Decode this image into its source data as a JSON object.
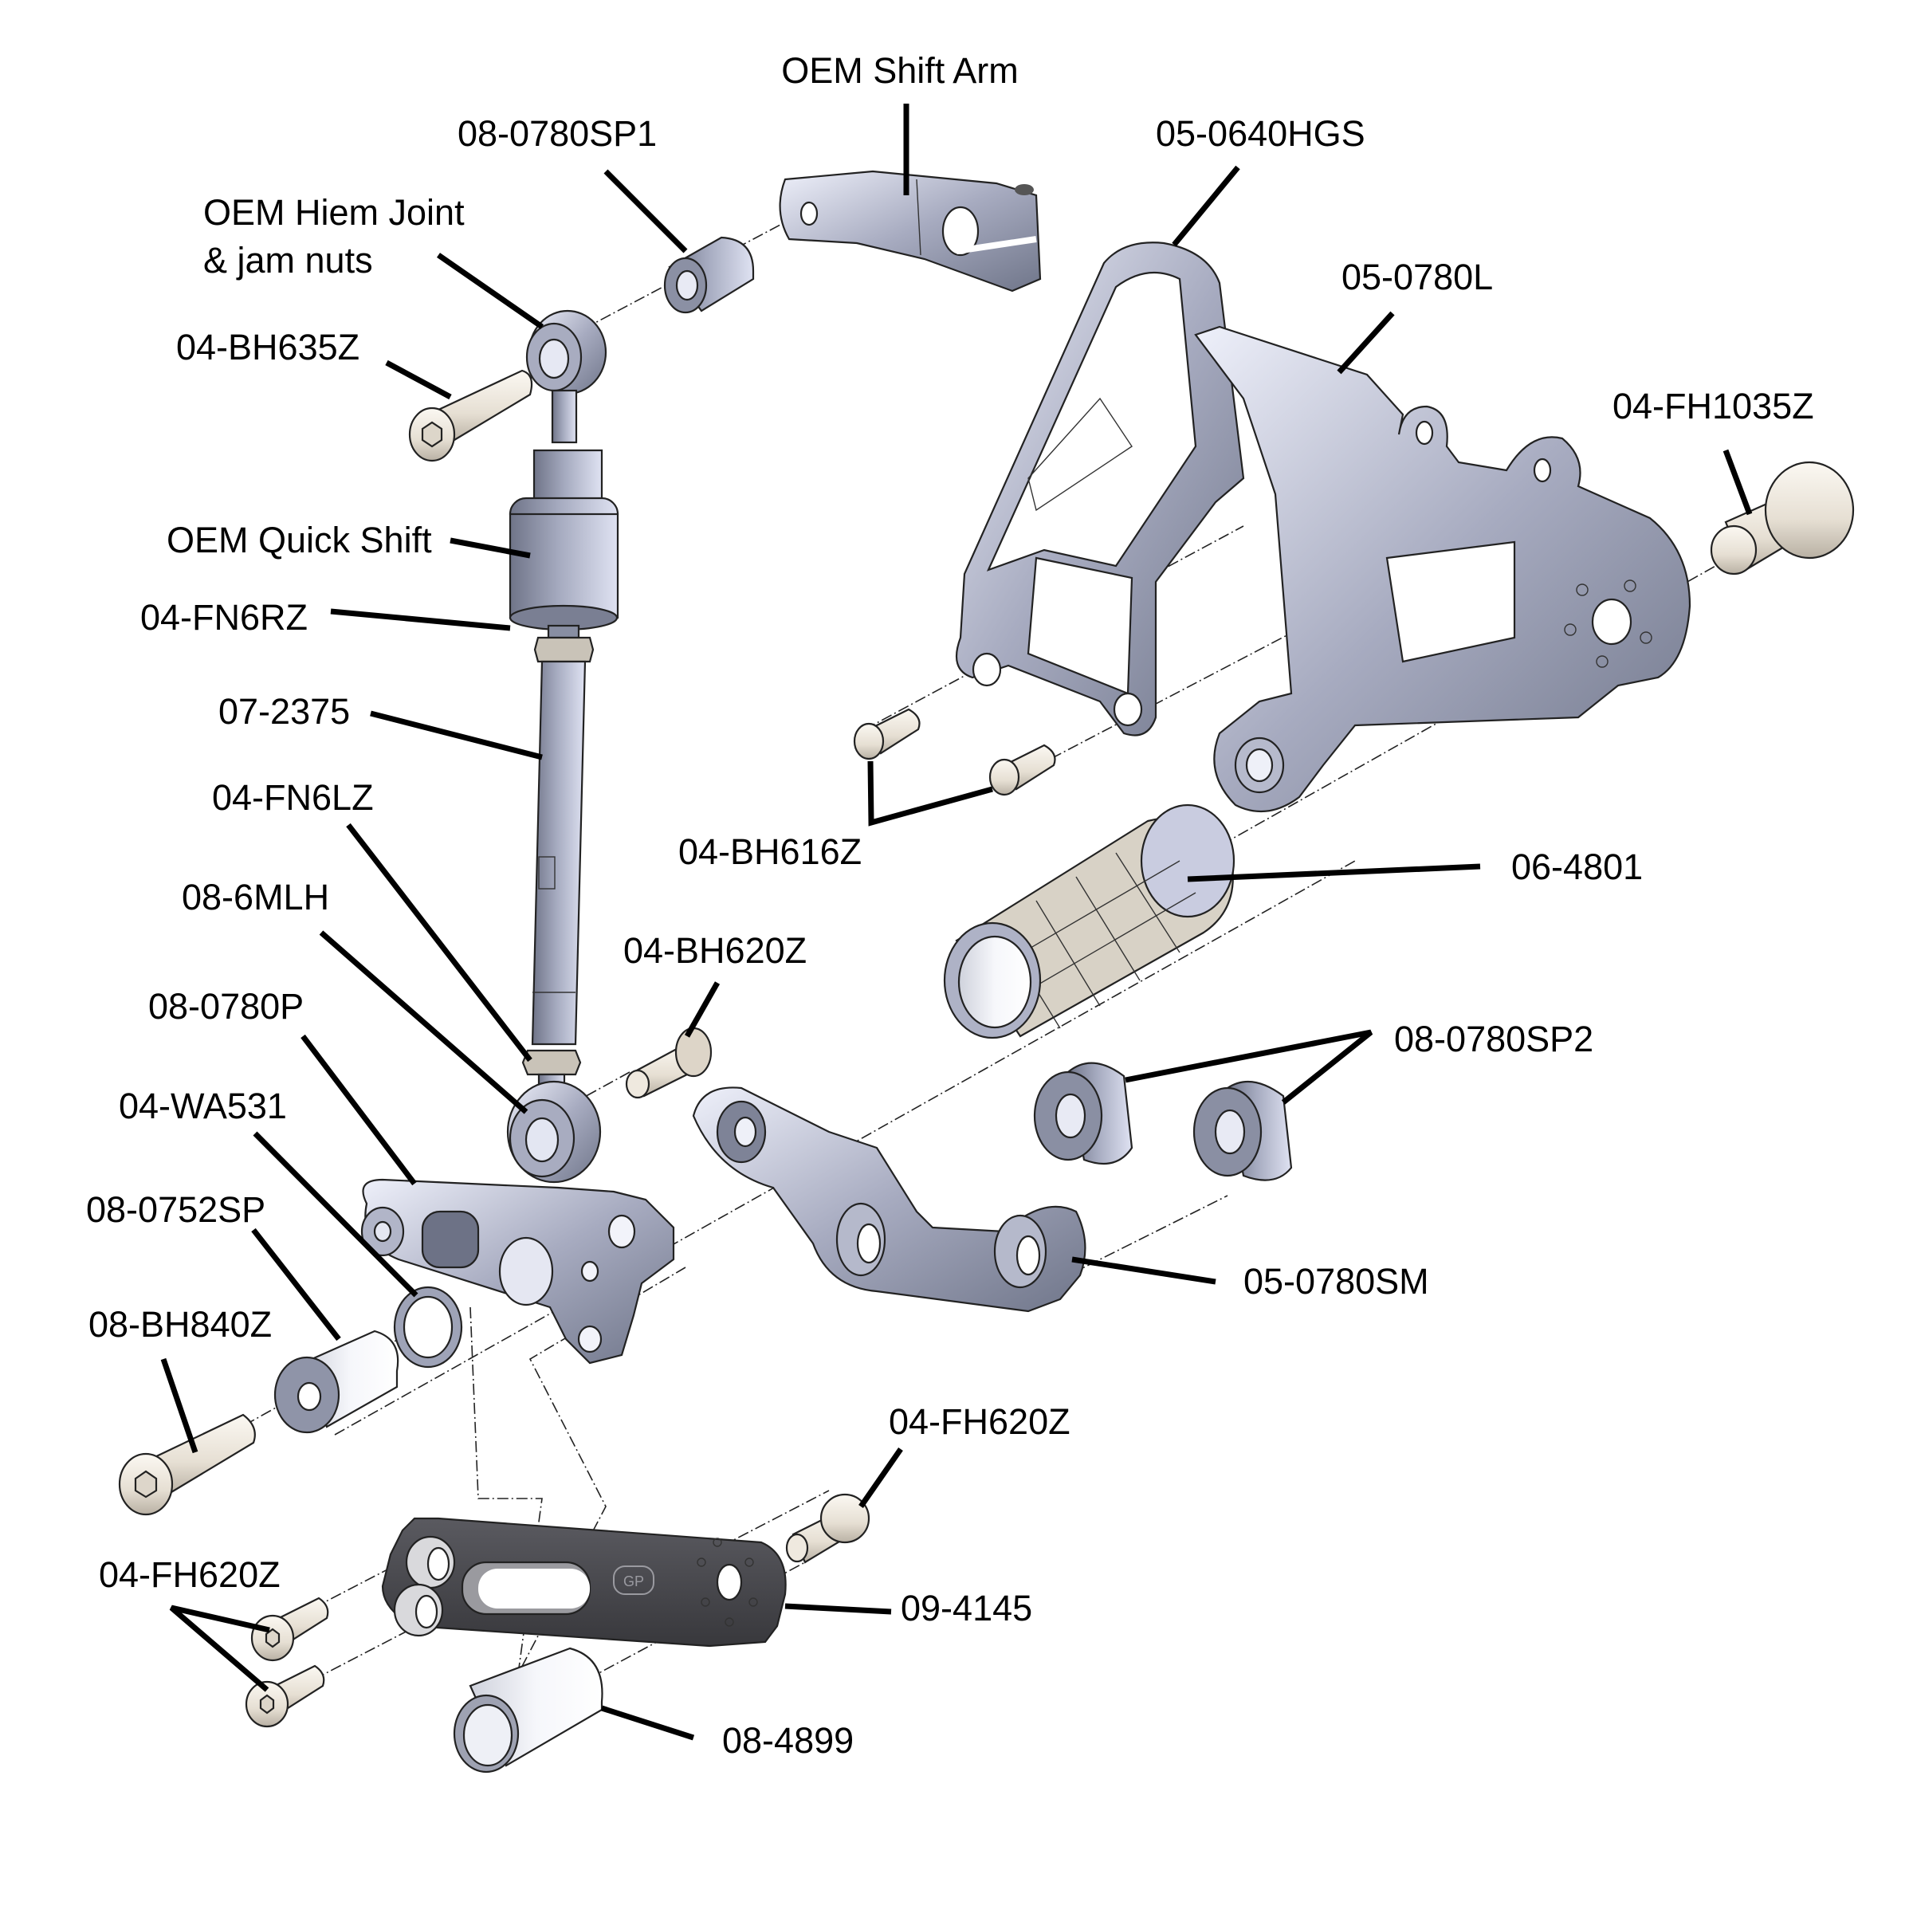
{
  "diagram": {
    "title": "Rearset exploded parts diagram",
    "colors": {
      "metal_light": "#dcdff0",
      "metal_mid": "#9da2b8",
      "metal_dark": "#767b8f",
      "hardware": "#ece6dc",
      "heel_plate": "#4a4a4e",
      "background": "#ffffff"
    },
    "logo_text": "GP",
    "labels": {
      "oem_shift_arm": "OEM Shift Arm",
      "spacer_sp1": "08-0780SP1",
      "hiem_joint_line1": "OEM Hiem Joint",
      "hiem_joint_line2": "& jam nuts",
      "bolt_bh635z": "04-BH635Z",
      "oem_quick_shift": "OEM Quick Shift",
      "nut_fn6rz": "04-FN6RZ",
      "rod_072375": "07-2375",
      "nut_fn6lz": "04-FN6LZ",
      "rod_end_6mlh": "08-6MLH",
      "pivot_0780p": "08-0780P",
      "washer_wa531": "04-WA531",
      "spacer_0752sp": "08-0752SP",
      "bolt_bh840z": "08-BH840Z",
      "bolt_fh620z_left": "04-FH620Z",
      "bolt_fh620z_right": "04-FH620Z",
      "heel_plate_094145": "09-4145",
      "spacer_084899": "08-4899",
      "bolt_bh620z": "04-BH620Z",
      "bolts_bh616z": "04-BH616Z",
      "peg_064801": "06-4801",
      "spacers_sp2": "08-0780SP2",
      "shift_lever_sm": "05-0780SM",
      "heel_guard_hgs": "05-0640HGS",
      "bracket_0780l": "05-0780L",
      "bolt_fh1035z": "04-FH1035Z"
    }
  }
}
